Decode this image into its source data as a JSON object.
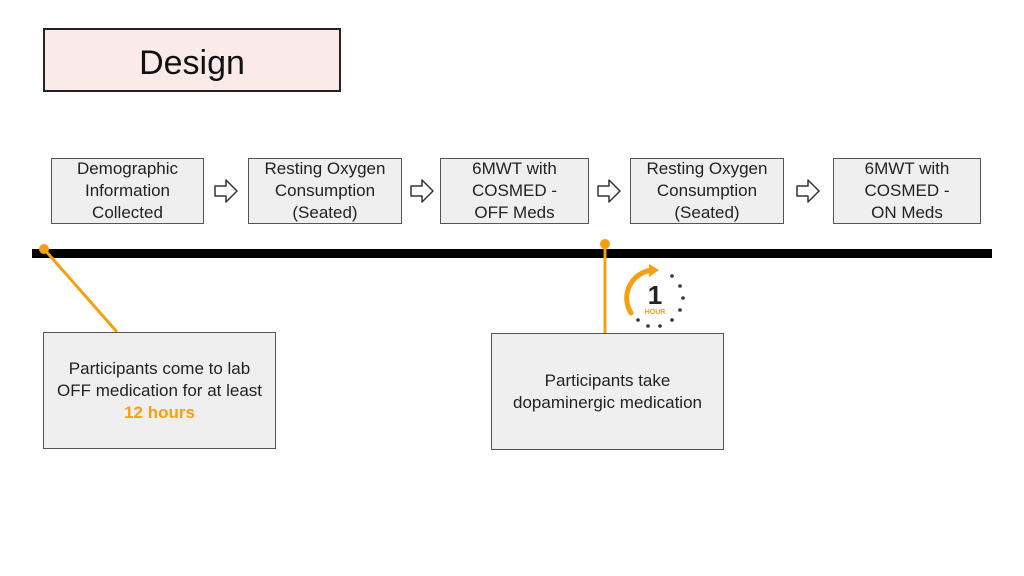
{
  "title": "Design",
  "steps": [
    {
      "label": "Demographic\nInformation\nCollected"
    },
    {
      "label": "Resting Oxygen\nConsumption\n(Seated)"
    },
    {
      "label": "6MWT with\nCOSMED -\nOFF Meds"
    },
    {
      "label": "Resting Oxygen\nConsumption\n(Seated)"
    },
    {
      "label": "6MWT with\nCOSMED -\nON Meds"
    }
  ],
  "notes": {
    "left": {
      "text_before": "Participants come to lab OFF medication for at least ",
      "highlight": "12 hours"
    },
    "right": {
      "text": "Participants take dopaminergic medication"
    }
  },
  "clock": {
    "number": "1",
    "unit": "HOUR"
  },
  "colors": {
    "accent": "#f5a011",
    "timeline": "#000000",
    "box_fill": "#efefef",
    "title_fill": "#fbeaea"
  }
}
